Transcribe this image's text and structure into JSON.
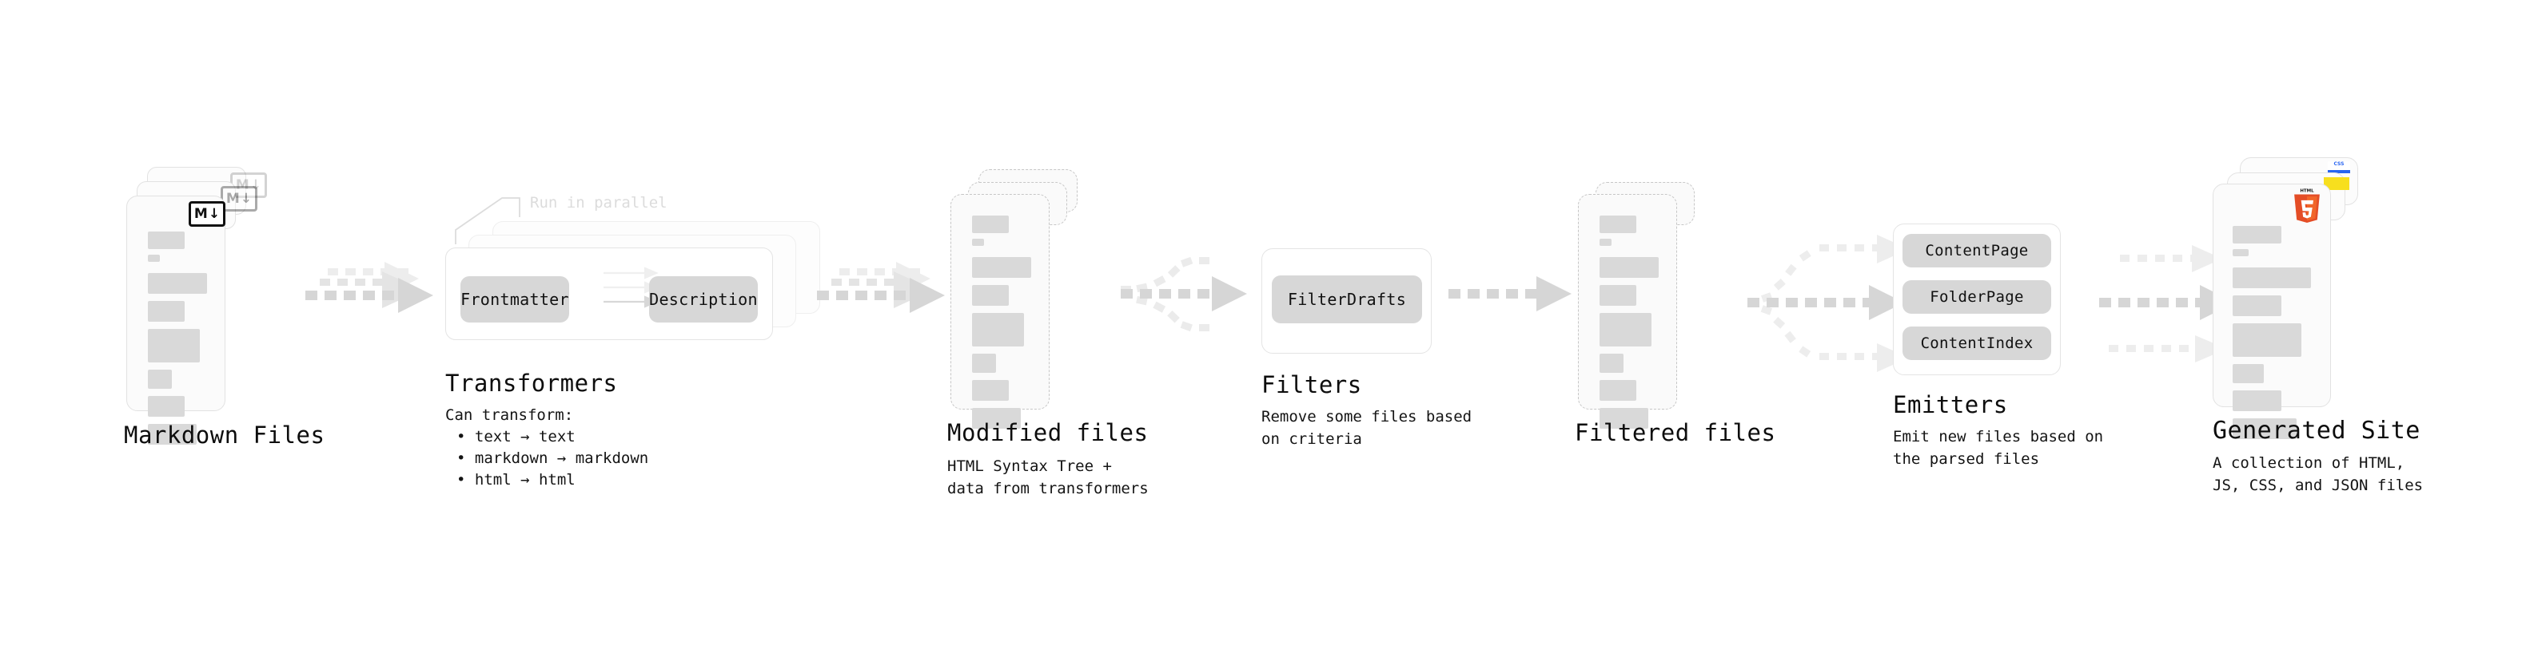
{
  "diagram": {
    "title_font_color": "#0d0d0d",
    "accent_colors": {
      "chip": "#d7d7d7",
      "card_fill": "#fbfbfb",
      "card_border": "#e2e2e2",
      "dashed_border": "#c6c6c6",
      "arrow": "#d4d4d4",
      "arrow_faded": "#ededed",
      "css_blue": "#2965f1",
      "js_yellow": "#f7df1e",
      "html5_orange": "#e44d26",
      "html5_orange_light": "#f16529",
      "muted_label": "#dcdcdc"
    },
    "stages": [
      {
        "id": "markdown-files",
        "title": "Markdown Files",
        "desc": "",
        "badge": "markdown-icon"
      },
      {
        "id": "transformers",
        "title": "Transformers",
        "desc": "Can transform:",
        "bullets": [
          "• text → text",
          "• markdown → markdown",
          "• html → html"
        ],
        "note": "Run in parallel",
        "chips": [
          "Frontmatter",
          "Description"
        ]
      },
      {
        "id": "modified-files",
        "title": "Modified files",
        "desc": "HTML Syntax Tree +\ndata from transformers"
      },
      {
        "id": "filters",
        "title": "Filters",
        "desc": "Remove some files based\non criteria",
        "chips": [
          "FilterDrafts"
        ]
      },
      {
        "id": "filtered-files",
        "title": "Filtered files",
        "desc": ""
      },
      {
        "id": "emitters",
        "title": "Emitters",
        "desc": "Emit new files based on\nthe parsed files",
        "chips": [
          "ContentPage",
          "FolderPage",
          "ContentIndex"
        ]
      },
      {
        "id": "generated-site",
        "title": "Generated Site",
        "desc": "A collection of HTML,\nJS, CSS, and JSON files",
        "badges": [
          "css-icon",
          "js-icon",
          "html5-icon"
        ]
      }
    ],
    "badge_text": {
      "markdown_m": "M",
      "markdown_arrow": "↓",
      "css_label": "CSS",
      "html5_label": "HTML",
      "html5_number": "5"
    }
  }
}
